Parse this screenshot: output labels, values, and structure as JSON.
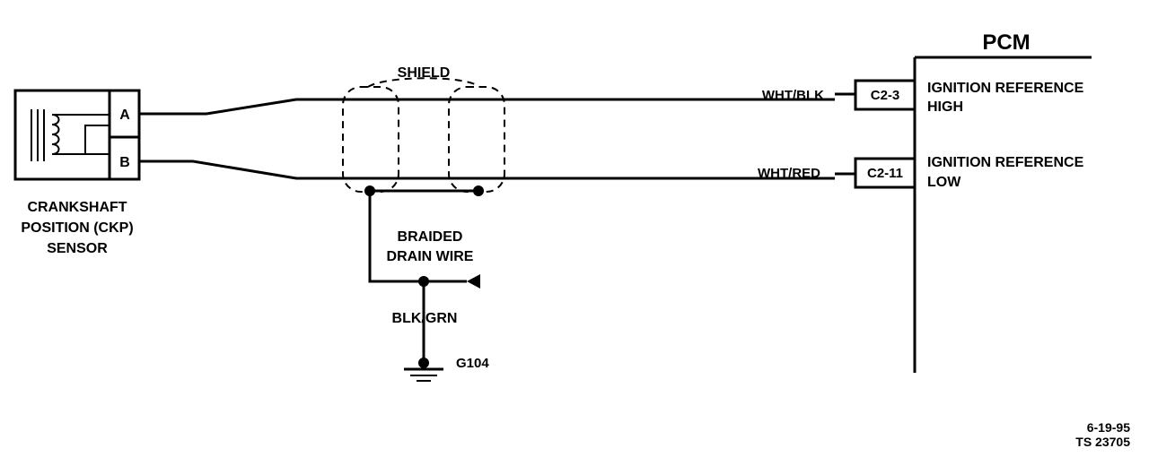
{
  "sensor": {
    "title_lines": [
      "CRANKSHAFT",
      "POSITION (CKP)",
      "SENSOR"
    ],
    "terminal_a": "A",
    "terminal_b": "B"
  },
  "shield": {
    "label": "SHIELD"
  },
  "drain": {
    "label_lines": [
      "BRAIDED",
      "DRAIN WIRE"
    ]
  },
  "ground": {
    "wire_color": "BLK/GRN",
    "id": "G104"
  },
  "wires": [
    {
      "color": "WHT/BLK",
      "connector": "C2-3",
      "function_lines": [
        "IGNITION REFERENCE",
        "HIGH"
      ]
    },
    {
      "color": "WHT/RED",
      "connector": "C2-11",
      "function_lines": [
        "IGNITION REFERENCE",
        "LOW"
      ]
    }
  ],
  "pcm": {
    "label": "PCM"
  },
  "footer": {
    "date": "6-19-95",
    "ref": "TS 23705"
  }
}
